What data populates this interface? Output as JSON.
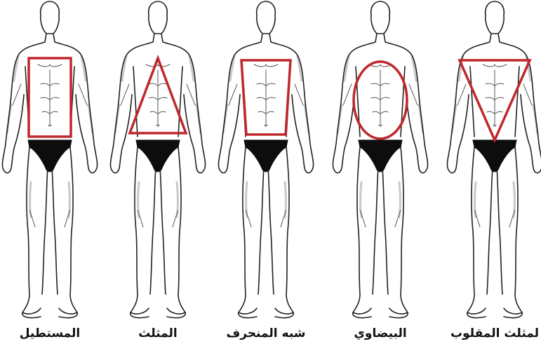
{
  "accent_color": "#c0272d",
  "figures": [
    {
      "shape": "rectangle",
      "label": "المستطيل"
    },
    {
      "shape": "triangle",
      "label": "المثلث"
    },
    {
      "shape": "trapezoid",
      "label": "شبه المنحرف"
    },
    {
      "shape": "oval",
      "label": "البيضاوي"
    },
    {
      "shape": "inverted-triangle",
      "label": "لمثلث المقلوب"
    }
  ]
}
